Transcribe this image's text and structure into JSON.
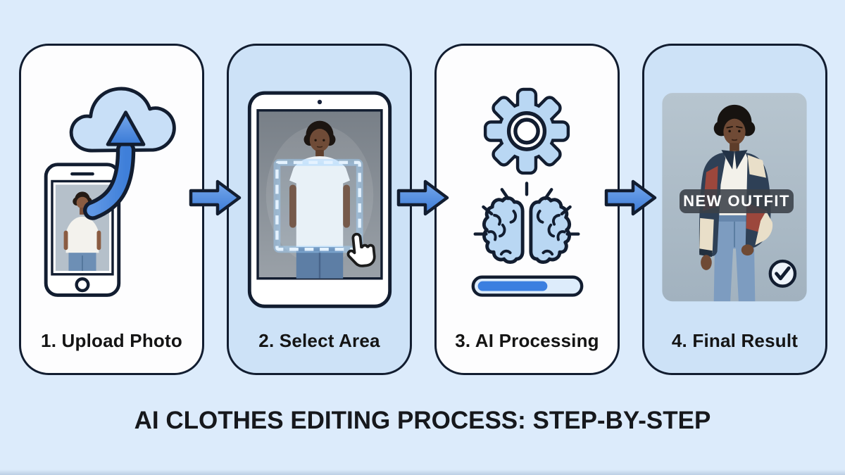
{
  "page": {
    "title": "AI CLOTHES EDITING PROCESS: STEP-BY-STEP"
  },
  "palette": {
    "page-bg": "#dcebfb",
    "outline": "#121d30",
    "card-white": "#fdfdfe",
    "card-blue": "#cde2f7",
    "icon-blue": "#b9d7f3",
    "cloud-blue": "#c8dff7",
    "arrow-blue": "#4a85da",
    "progress-fill": "#3b7fe0",
    "progress-track": "#ddecfb",
    "title-color": "#16181c",
    "label-color": "#141414"
  },
  "steps": [
    {
      "label": "1. Upload Photo",
      "icons": [
        "cloud-icon",
        "upload-arrow-icon",
        "smartphone-icon"
      ]
    },
    {
      "label": "2. Select Area",
      "icons": [
        "tablet-icon",
        "selection-box",
        "hand-cursor-icon"
      ]
    },
    {
      "label": "3. AI Processing",
      "icons": [
        "gear-icon",
        "brain-icon",
        "progress-bar"
      ],
      "progress_percent": 69
    },
    {
      "label": "4. Final Result",
      "icons": [
        "result-photo",
        "checkmark-icon"
      ],
      "badge": "NEW OUTFIT"
    }
  ]
}
